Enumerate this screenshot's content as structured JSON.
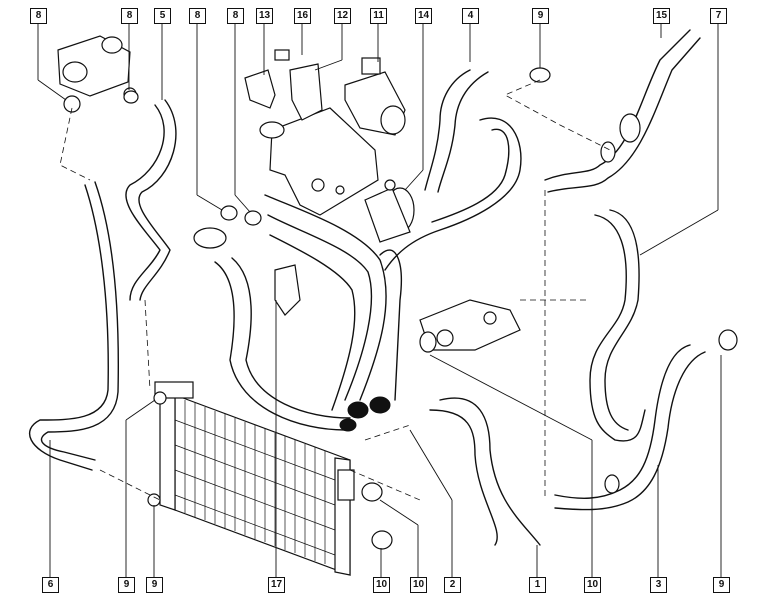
{
  "callouts": {
    "top": [
      "8",
      "8",
      "5",
      "8",
      "8",
      "13",
      "16",
      "12",
      "11",
      "14",
      "4",
      "9",
      "15",
      "7"
    ],
    "bottom": [
      "6",
      "9",
      "9",
      "17",
      "10",
      "10",
      "2",
      "1",
      "10",
      "3",
      "9"
    ]
  }
}
